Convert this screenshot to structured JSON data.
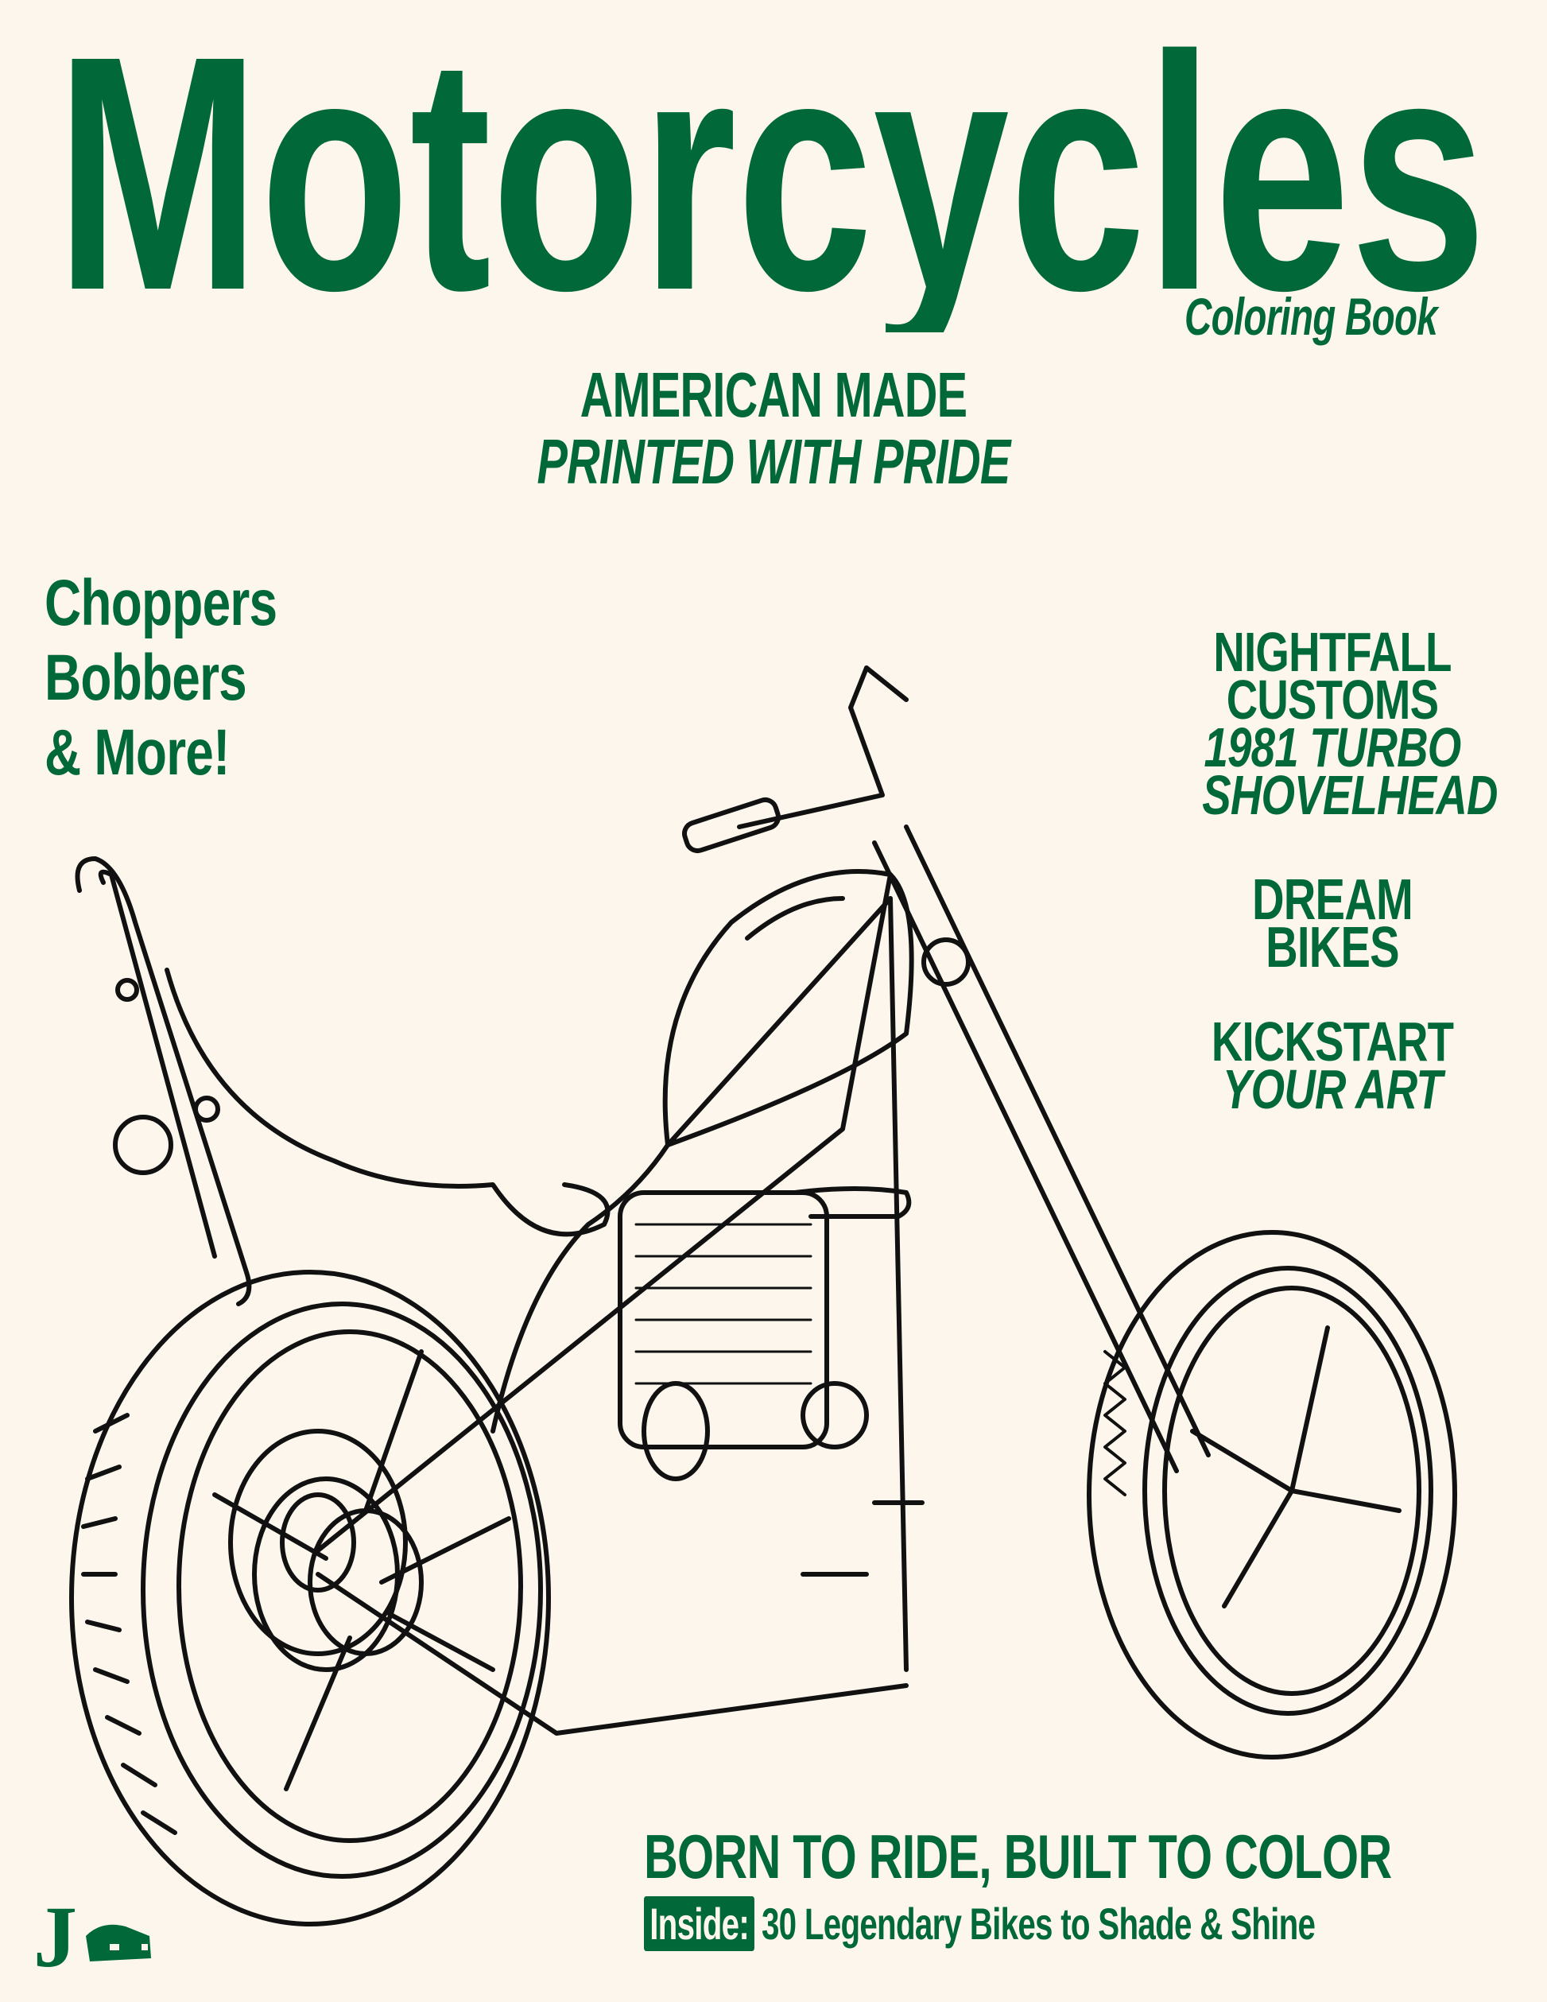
{
  "cover": {
    "title": "Motorcycles",
    "subtitle": "Coloring Book",
    "tagline": {
      "line1": "AMERICAN MADE",
      "line2": "PRINTED WITH PRIDE"
    },
    "left_callout": [
      "Choppers",
      "Bobbers",
      "& More!"
    ],
    "right_callouts": {
      "feature_name_1": "NIGHTFALL",
      "feature_name_2": "CUSTOMS",
      "feature_model_1": "1981 TURBO",
      "feature_model_2": "SHOVELHEAD",
      "dream": "DREAM BIKES",
      "kick_1": "KICKSTART",
      "kick_2": "YOUR ART"
    },
    "bottom_headline": "BORN TO RIDE, BUILT TO COLOR",
    "bottom_badge": "Inside:",
    "bottom_text": "30 Legendary Bikes to Shade & Shine",
    "logo_letter": "J",
    "illustration": "motorcycle-line-art",
    "colors": {
      "background": "#fcf6ec",
      "accent": "#01683a",
      "line": "#111111"
    }
  }
}
